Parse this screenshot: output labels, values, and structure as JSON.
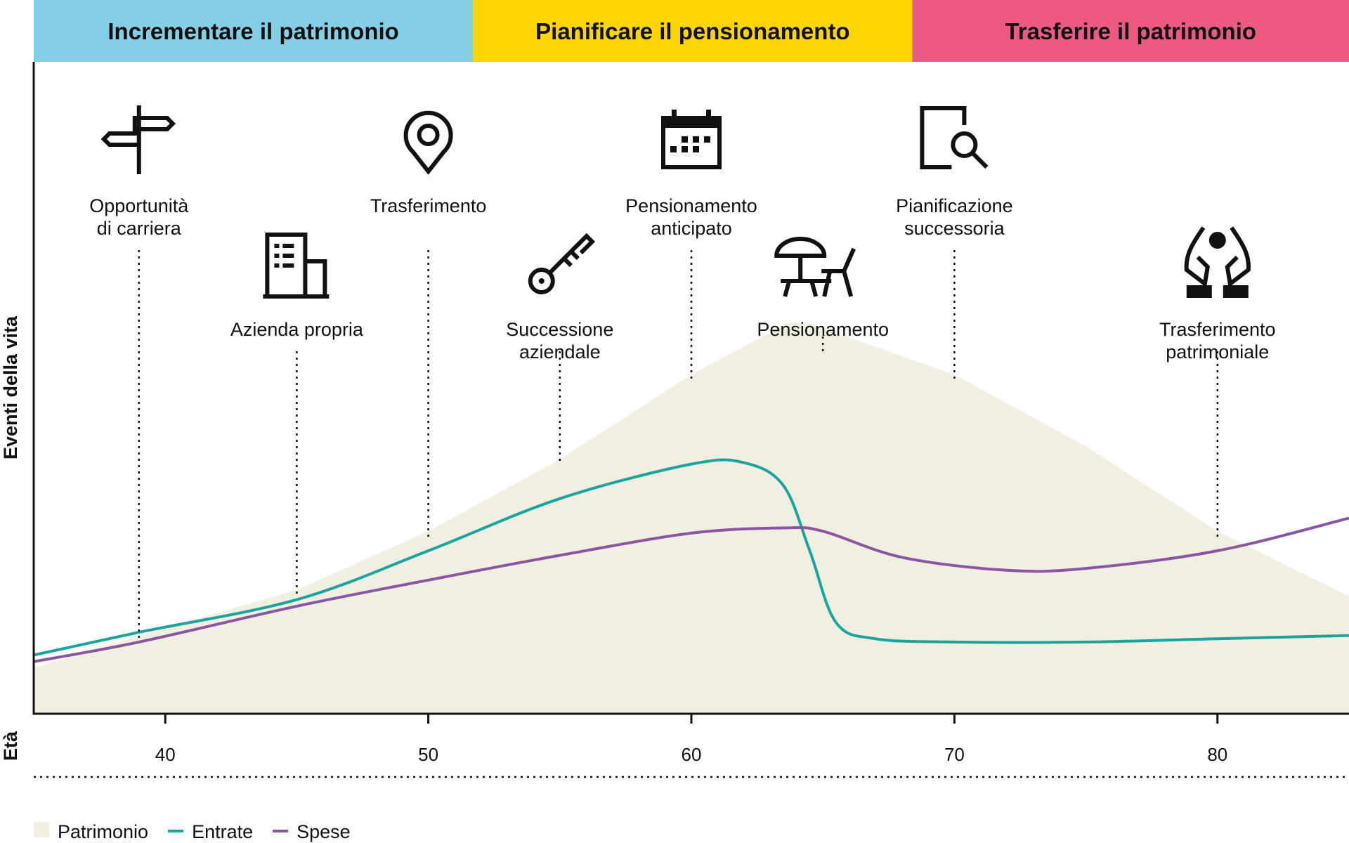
{
  "chart_data": {
    "type": "area",
    "y_axis_title": "Eventi della vita",
    "x_axis_title": "Età",
    "xlim": [
      35,
      85
    ],
    "x_ticks": [
      40,
      50,
      60,
      70,
      80
    ],
    "x_tick_labels": [
      "40",
      "50",
      "60",
      "70",
      "80"
    ],
    "ylim": [
      0,
      100
    ],
    "grid": false,
    "legend_position": "bottom-left",
    "phases": [
      {
        "label": "Incrementare il patrimonio",
        "from": 35,
        "to": 51.7,
        "color": "#85cfe6"
      },
      {
        "label": "Pianificare il pensionamento",
        "from": 51.7,
        "to": 68.4,
        "color": "#fed500"
      },
      {
        "label": "Trasferire il patrimonio",
        "from": 68.4,
        "to": 85,
        "color": "#ec5a84"
      }
    ],
    "series": [
      {
        "name": "Patrimonio",
        "kind": "area",
        "color": "#f1efe2",
        "x": [
          35,
          39,
          45,
          50,
          55,
          60,
          63.7,
          64.4,
          70,
          75,
          80,
          85
        ],
        "values": [
          7,
          12,
          19,
          28,
          39,
          52,
          60,
          60,
          52,
          41,
          28,
          18
        ]
      },
      {
        "name": "Entrate",
        "kind": "line",
        "color": "#1aa59c",
        "x": [
          35,
          39,
          45,
          50,
          55,
          60,
          62,
          63.5,
          64.5,
          65.5,
          67,
          70,
          75,
          80,
          85
        ],
        "values": [
          9,
          12.5,
          17.5,
          25,
          33,
          38.3,
          38.5,
          35,
          25,
          14,
          11.5,
          11,
          11,
          11.5,
          12
        ]
      },
      {
        "name": "Spese",
        "kind": "line",
        "color": "#8a55a1",
        "x": [
          35,
          39,
          45,
          50,
          55,
          60,
          63.5,
          65,
          68,
          72,
          75,
          80,
          85
        ],
        "values": [
          8,
          11,
          16.5,
          20.5,
          24.3,
          27.7,
          28.5,
          28,
          24,
          22,
          22.3,
          25,
          30
        ]
      }
    ],
    "events": [
      {
        "label_lines": [
          "Opportunità",
          "di carriera"
        ],
        "age": 39,
        "icon": "signpost-icon",
        "row": "top"
      },
      {
        "label_lines": [
          "Azienda propria"
        ],
        "age": 45,
        "icon": "office-building-icon",
        "row": "bottom"
      },
      {
        "label_lines": [
          "Trasferimento"
        ],
        "age": 50,
        "icon": "location-pin-icon",
        "row": "top"
      },
      {
        "label_lines": [
          "Successione",
          "aziendale"
        ],
        "age": 55,
        "icon": "key-icon",
        "row": "bottom"
      },
      {
        "label_lines": [
          "Pensionamento",
          "anticipato"
        ],
        "age": 60,
        "icon": "calendar-icon",
        "row": "top"
      },
      {
        "label_lines": [
          "Pensionamento"
        ],
        "age": 65,
        "icon": "beach-umbrella-chair-icon",
        "row": "bottom"
      },
      {
        "label_lines": [
          "Pianificazione",
          "successoria"
        ],
        "age": 70,
        "icon": "document-search-icon",
        "row": "top"
      },
      {
        "label_lines": [
          "Trasferimento",
          "patrimoniale"
        ],
        "age": 80,
        "icon": "hands-coin-icon",
        "row": "bottom"
      }
    ]
  }
}
